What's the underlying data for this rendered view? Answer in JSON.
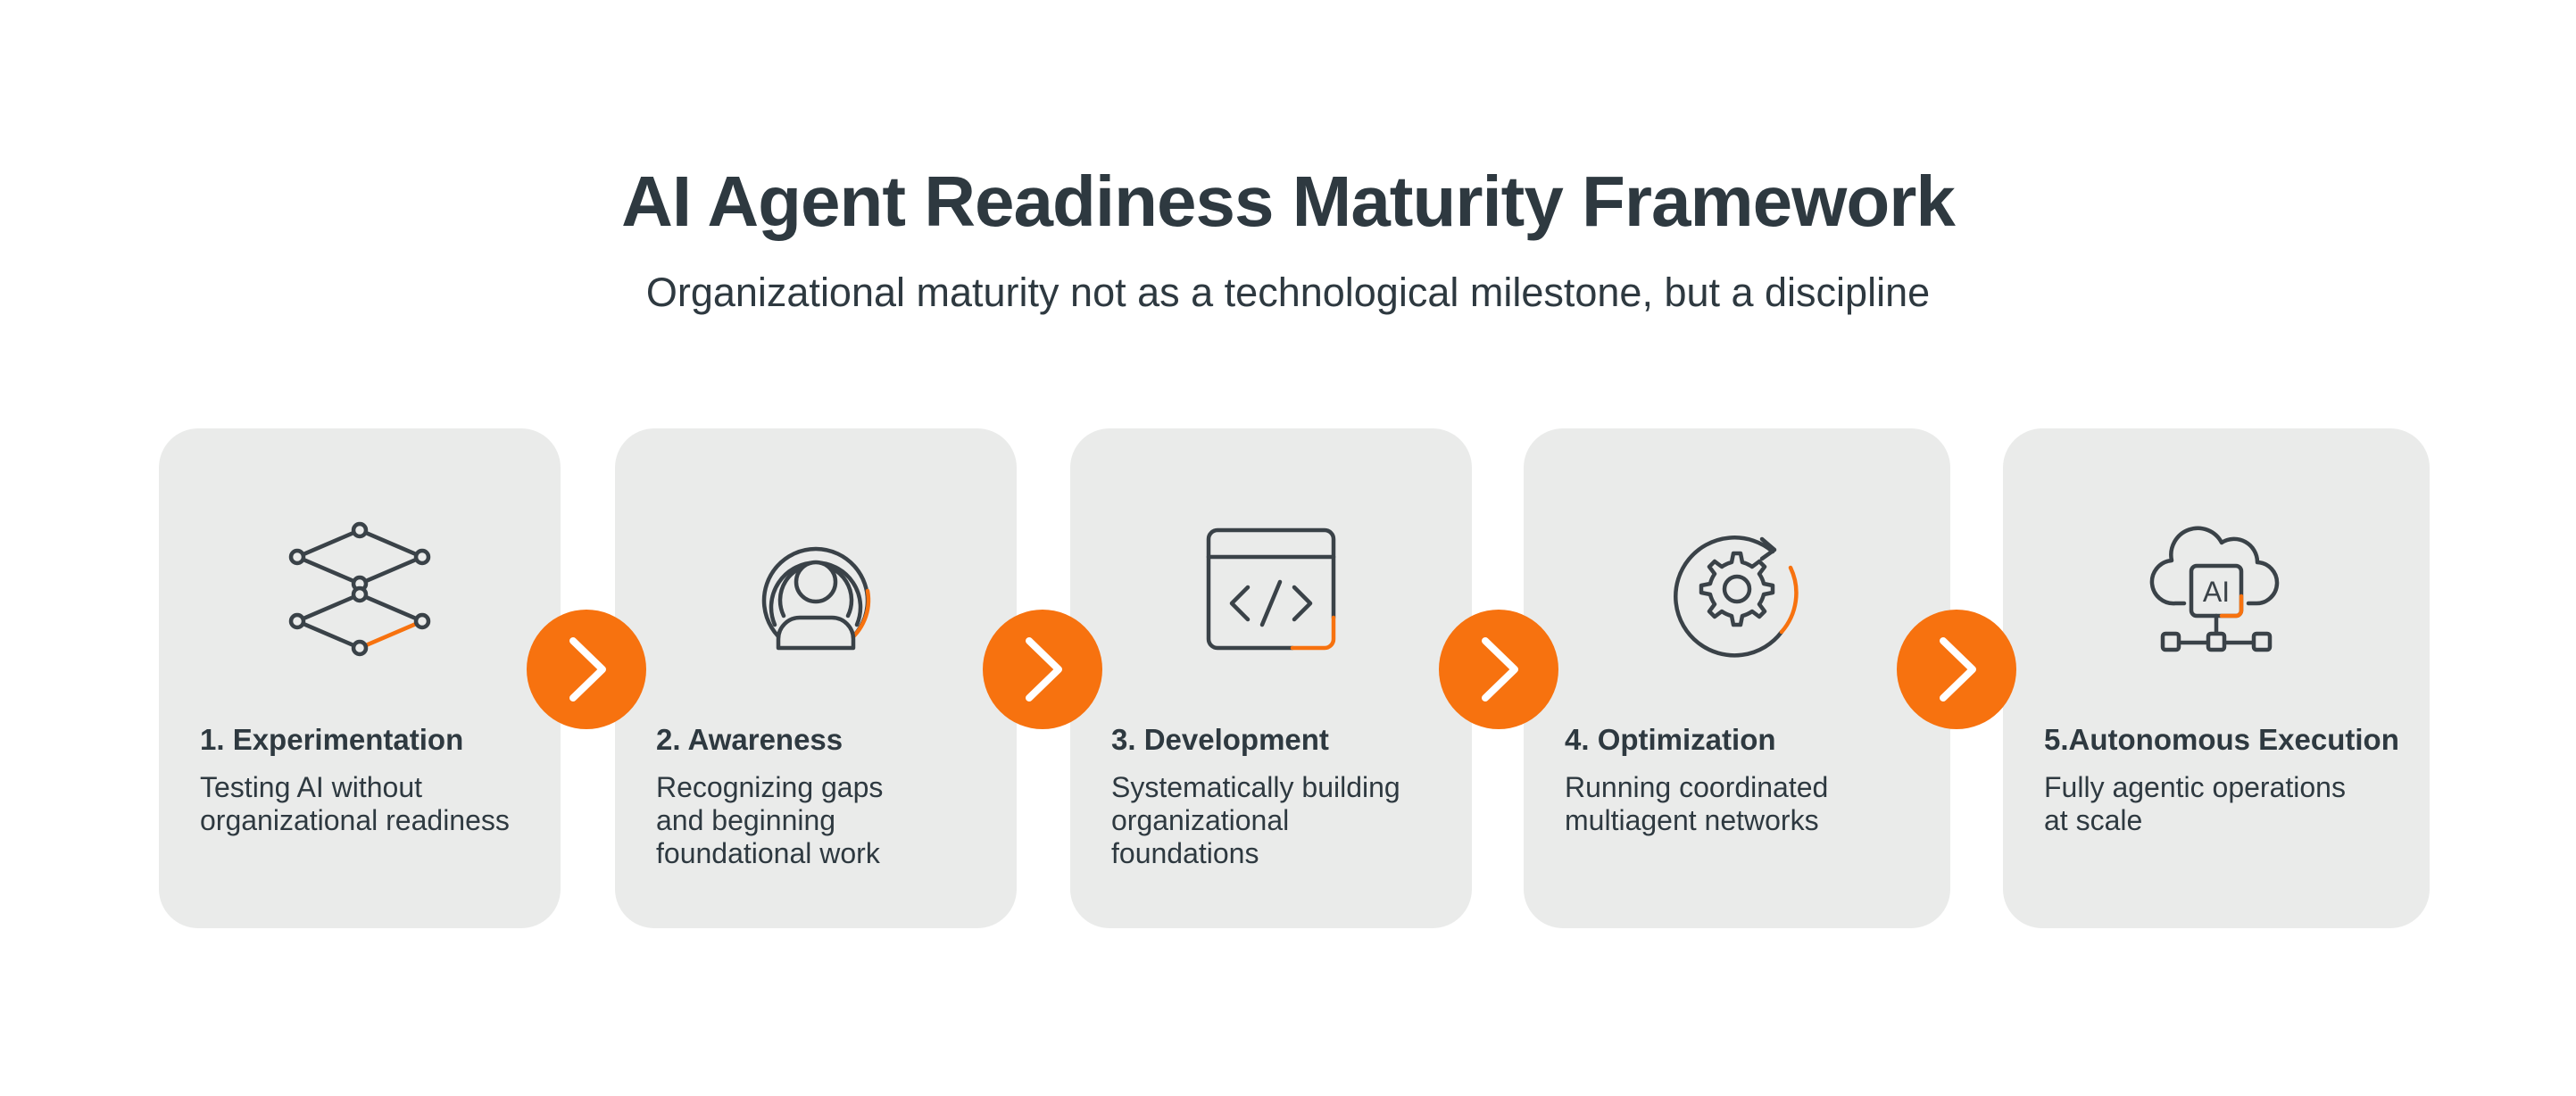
{
  "header": {
    "title": "AI Agent Readiness Maturity Framework",
    "subtitle": "Organizational maturity not as a technological milestone, but a discipline"
  },
  "stages": [
    {
      "title": "1. Experimentation",
      "description": "Testing AI without\norganizational readiness",
      "icon": "network-layers-icon"
    },
    {
      "title": "2. Awareness",
      "description": "Recognizing gaps\nand beginning\nfoundational work",
      "icon": "person-radar-icon"
    },
    {
      "title": "3. Development",
      "description": "Systematically building\norganizational\nfoundations",
      "icon": "code-window-icon"
    },
    {
      "title": "4. Optimization",
      "description": "Running coordinated\nmultiagent networks",
      "icon": "gear-cycle-icon"
    },
    {
      "title": "5.Autonomous Execution",
      "description": "Fully agentic operations\nat scale",
      "icon": "ai-cloud-network-icon",
      "icon_label": "AI"
    }
  ],
  "colors": {
    "accent": "#f7720f",
    "card_background": "#eaebea",
    "text": "#2e3940",
    "icon_stroke": "#3a4248"
  }
}
